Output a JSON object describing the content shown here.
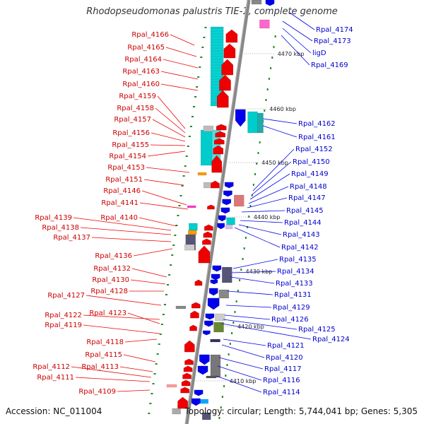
{
  "title": "Rhodopseudomonas palustris TIE-1, complete genome",
  "accession": "Accession: NC_011004",
  "topology": "Topology: circular; Length: 5,744,041 bp; Genes: 5,305",
  "colors": {
    "forward_strand_label": "#cc0000",
    "reverse_strand_label": "#0000cc",
    "forward_gene": "#ee0000",
    "reverse_gene": "#0000ee",
    "rrna_like": "#00cccc",
    "gc_skew": "#228822",
    "backbone": "#888888"
  },
  "kbp_markers": [
    {
      "label": "4470 kbp"
    },
    {
      "label": "4460 kbp"
    },
    {
      "label": "4450 kbp"
    },
    {
      "label": "4440 kbp"
    },
    {
      "label": "4430 kbp"
    },
    {
      "label": "4420 kbp"
    },
    {
      "label": "4410 kbp"
    }
  ],
  "left_genes": [
    "Rpal_4166",
    "Rpal_4165",
    "Rpal_4164",
    "Rpal_4163",
    "Rpal_4160",
    "Rpal_4159",
    "Rpal_4158",
    "Rpal_4157",
    "Rpal_4156",
    "Rpal_4155",
    "Rpal_4154",
    "Rpal_4153",
    "Rpal_4151",
    "Rpal_4146",
    "Rpal_4141",
    "Rpal_4140",
    "Rpal_4139",
    "Rpal_4138",
    "Rpal_4137",
    "Rpal_4136",
    "Rpal_4132",
    "Rpal_4130",
    "Rpal_4128",
    "Rpal_4127",
    "Rpal_4123",
    "Rpal_4122",
    "Rpal_4119",
    "Rpal_4118",
    "Rpal_4115",
    "Rpal_4113",
    "Rpal_4112",
    "Rpal_4111",
    "Rpal_4109"
  ],
  "right_genes": [
    "Rpal_4174",
    "Rpal_4173",
    "ligD",
    "Rpal_4169",
    "Rpal_4162",
    "Rpal_4161",
    "Rpal_4152",
    "Rpal_4150",
    "Rpal_4149",
    "Rpal_4148",
    "Rpal_4147",
    "Rpal_4145",
    "Rpal_4144",
    "Rpal_4143",
    "Rpal_4142",
    "Rpal_4135",
    "Rpal_4134",
    "Rpal_4133",
    "Rpal_4131",
    "Rpal_4129",
    "Rpal_4126",
    "Rpal_4125",
    "Rpal_4124",
    "Rpal_4121",
    "Rpal_4120",
    "Rpal_4117",
    "Rpal_4116",
    "Rpal_4114"
  ]
}
